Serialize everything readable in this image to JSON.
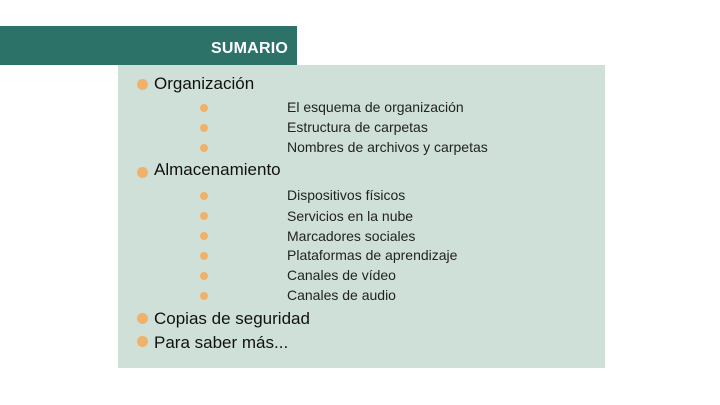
{
  "header": {
    "title": "SUMARIO"
  },
  "sections": [
    {
      "title": "Organización",
      "items": [
        "El esquema de organización",
        "Estructura de carpetas",
        "Nombres de archivos y carpetas"
      ]
    },
    {
      "title": "Almacenamiento",
      "items": [
        "Dispositivos físicos",
        "Servicios en la nube",
        "Marcadores sociales",
        "Plataformas de aprendizaje",
        "Canales de vídeo",
        "Canales de audio"
      ]
    },
    {
      "title": "Copias de seguridad",
      "items": []
    },
    {
      "title": "Para saber más...",
      "items": []
    }
  ],
  "colors": {
    "header": "#2d7269",
    "panel": "#cfe0d9",
    "bullet": "#f0b16a"
  }
}
